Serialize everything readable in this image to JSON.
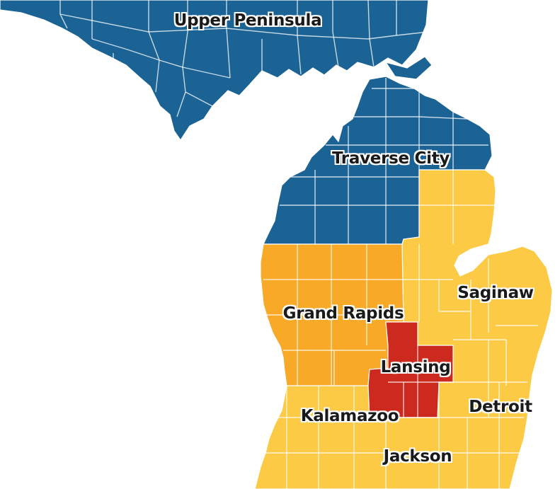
{
  "map": {
    "colors": {
      "background": "#ffffff",
      "north": "#1b6395",
      "west": "#f8a928",
      "central": "#cc2a1e",
      "south": "#fcca45",
      "county_line": "#ffffff"
    },
    "regions": [
      {
        "id": "upper-peninsula",
        "label": "Upper Peninsula",
        "color_key": "north"
      },
      {
        "id": "traverse-city",
        "label": "Traverse City",
        "color_key": "north"
      },
      {
        "id": "saginaw",
        "label": "Saginaw",
        "color_key": "south"
      },
      {
        "id": "grand-rapids",
        "label": "Grand Rapids",
        "color_key": "west"
      },
      {
        "id": "lansing",
        "label": "Lansing",
        "color_key": "central"
      },
      {
        "id": "detroit",
        "label": "Detroit",
        "color_key": "south"
      },
      {
        "id": "kalamazoo",
        "label": "Kalamazoo",
        "color_key": "south"
      },
      {
        "id": "jackson",
        "label": "Jackson",
        "color_key": "south"
      }
    ]
  }
}
